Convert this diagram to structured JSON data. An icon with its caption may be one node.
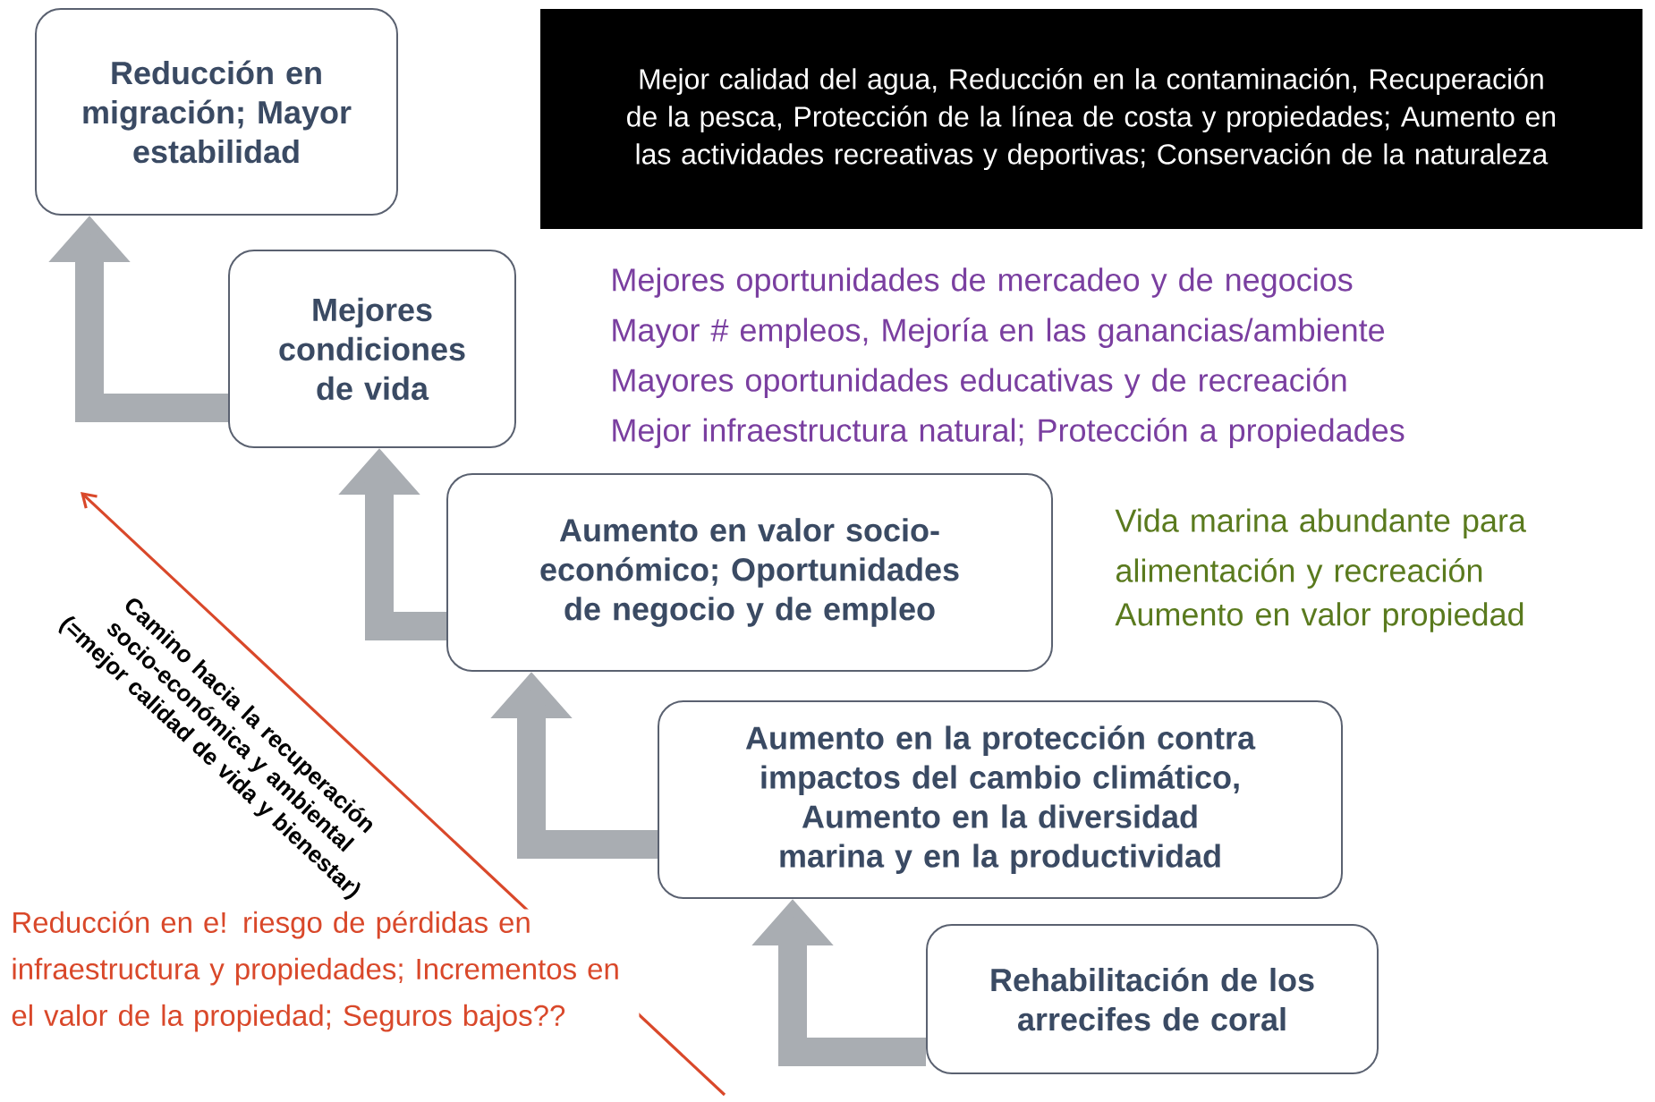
{
  "diagram": {
    "nodes": [
      {
        "text": [
          "Reducción en migración; Mayor estabilidad"
        ]
      },
      {
        "text": [
          "Mejores condiciones de vida"
        ]
      },
      {
        "text": [
          "Aumento en valor socio-económico; Oportunidades de negocio y de empleo"
        ]
      },
      {
        "text": [
          "Aumento en la protección contra impactos del cambio climático, Aumento en la diversidad marina y en la productividad"
        ]
      },
      {
        "text": [
          "Rehabilitación de los arrecifes de coral"
        ]
      },
      {
        "text": [
          "Mejor calidad del agua, Reducción en la contaminación, Recuperación de la pesca, Protección de la línea de costa y propiedades; Aumento en las actividades recreativas y deportivas; Conservación de la naturaleza"
        ]
      }
    ],
    "edges": [
      {
        "from": 1,
        "to": 0,
        "arrow": "to"
      },
      {
        "from": 2,
        "to": 1,
        "arrow": "to"
      },
      {
        "from": 3,
        "to": 2,
        "arrow": "to"
      },
      {
        "from": 4,
        "to": 3,
        "arrow": "to"
      }
    ],
    "labels": [
      "Mejores oportunidades de mercadeo y de negocios",
      "Mayor # empleos, Mejoría en las ganancias/ambiente",
      "Mayores oportunidades educativas y de recreación",
      "Mejor infraestructura natural; Protección a propiedades",
      "Vida marina abundante para alimentación y recreación",
      "Aumento en valor propiedad",
      "Camino hacia la recuperación socio-económica y ambiental (=mejor calidad de vida y bienestar)",
      "Reducción en e! riesgo de pérdidas en infraestructura y propiedades; Incrementos en el valor de la propiedad; Seguros bajos??"
    ]
  }
}
